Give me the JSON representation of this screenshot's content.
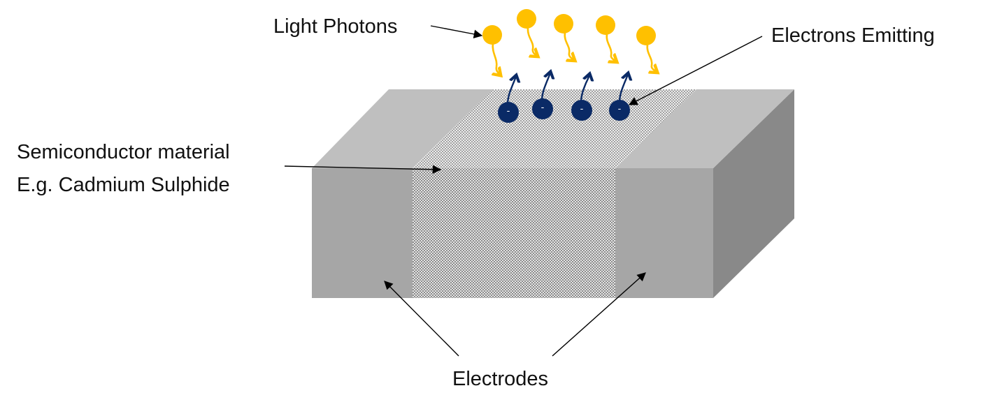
{
  "labels": {
    "light_photons": "Light Photons",
    "electrons_emitting": "Electrons Emitting",
    "semiconductor_line1": "Semiconductor material",
    "semiconductor_line2": "E.g. Cadmium Sulphide",
    "electrodes": "Electrodes"
  },
  "electron_charge": "-",
  "photon_count": 5,
  "electron_count": 4,
  "colors": {
    "photon": "#FFC000",
    "electron": "#0A2A66",
    "electrode_front": "#A6A6A6",
    "electrode_top": "#BFBFBF",
    "block_side": "#898989",
    "pointer": "#000000"
  }
}
